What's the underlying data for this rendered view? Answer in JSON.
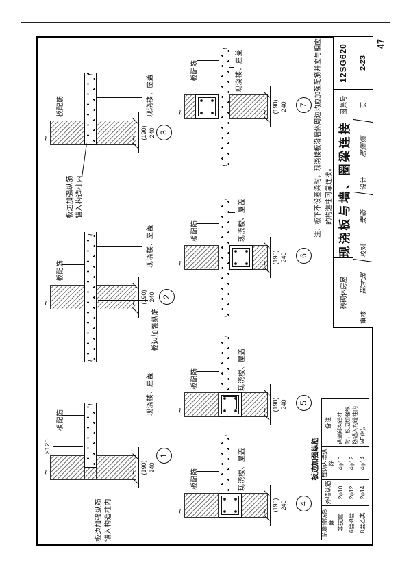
{
  "page": {
    "number": "47"
  },
  "title_block": {
    "series": "砖砌体房屋",
    "title": "现浇板与墙、圈梁连接",
    "atlas_label": "图集号",
    "atlas_no": "12SG620",
    "page_label": "页",
    "page_no": "2-23",
    "signatures": [
      {
        "role": "审核",
        "name": "程才渊"
      },
      {
        "role": "校对",
        "name": "栗新"
      },
      {
        "role": "设计",
        "name": "周佩佩"
      }
    ]
  },
  "notes": {
    "line1": "注：板下不设圈梁时，现浇楼板沿墙体周边均应加强配筋并应与相应",
    "line2": "的构造柱可靠连接。"
  },
  "reinforce_table": {
    "title": "板边加强纵筋",
    "headers": [
      "抗震设防烈度",
      "外墙纵筋",
      "每边内墙纵筋",
      "备注"
    ],
    "rows": [
      [
        "非抗震",
        "2φ10",
        "4φ10"
      ],
      [
        "6度-8度",
        "2φ12",
        "4φ12"
      ],
      [
        "8度乙类",
        "2φ14",
        "4φ14"
      ]
    ],
    "remark": "遇端部构造柱时，板边加强纵筋锚入构造柱内laE(la)。"
  },
  "labels": {
    "slab_rebar": "板配筋",
    "cast_floor_roof": "现浇楼、屋盖",
    "edge_bar": "板边加强纵筋",
    "anchor_col": "锚入构造柱内",
    "embed_min": "≥120",
    "thickness_alt": "(190)",
    "thickness": "240"
  },
  "details": [
    "1",
    "2",
    "3",
    "4",
    "5",
    "6",
    "7"
  ]
}
